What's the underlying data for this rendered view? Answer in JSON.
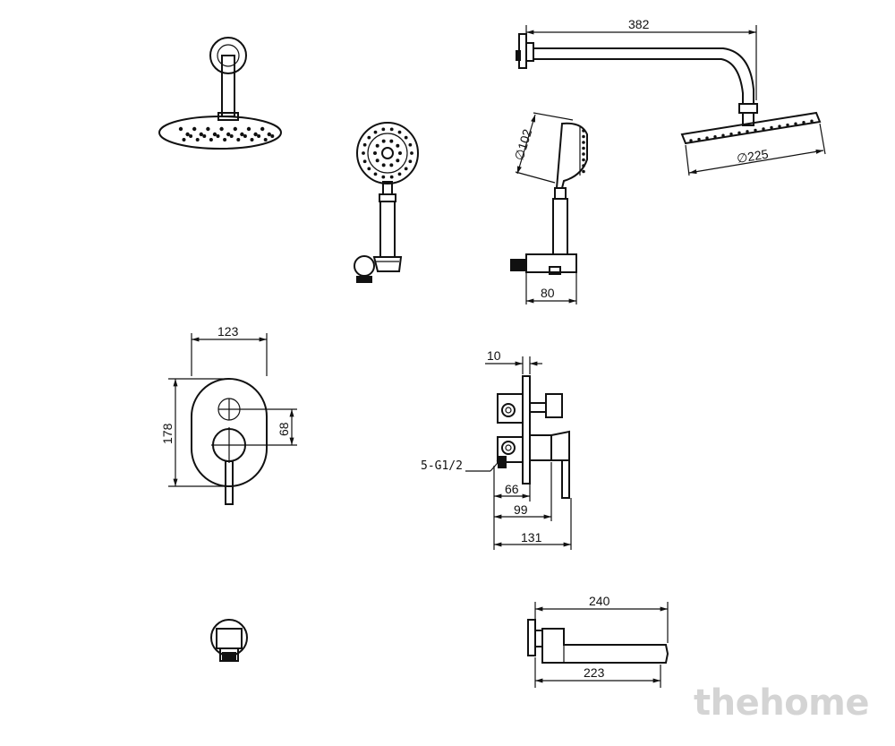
{
  "dimensions": {
    "arm_length": "382",
    "head_diameter": "∅225",
    "hand_head_diameter": "∅102",
    "holder_depth": "80",
    "plate_width": "123",
    "plate_height": "178",
    "handle_spacing": "68",
    "wall_offset": "10",
    "thread_spec": "5-G1/2",
    "depth_66": "66",
    "depth_99": "99",
    "depth_131": "131",
    "spout_total": "240",
    "spout_projection": "223"
  },
  "watermark": "thehome"
}
